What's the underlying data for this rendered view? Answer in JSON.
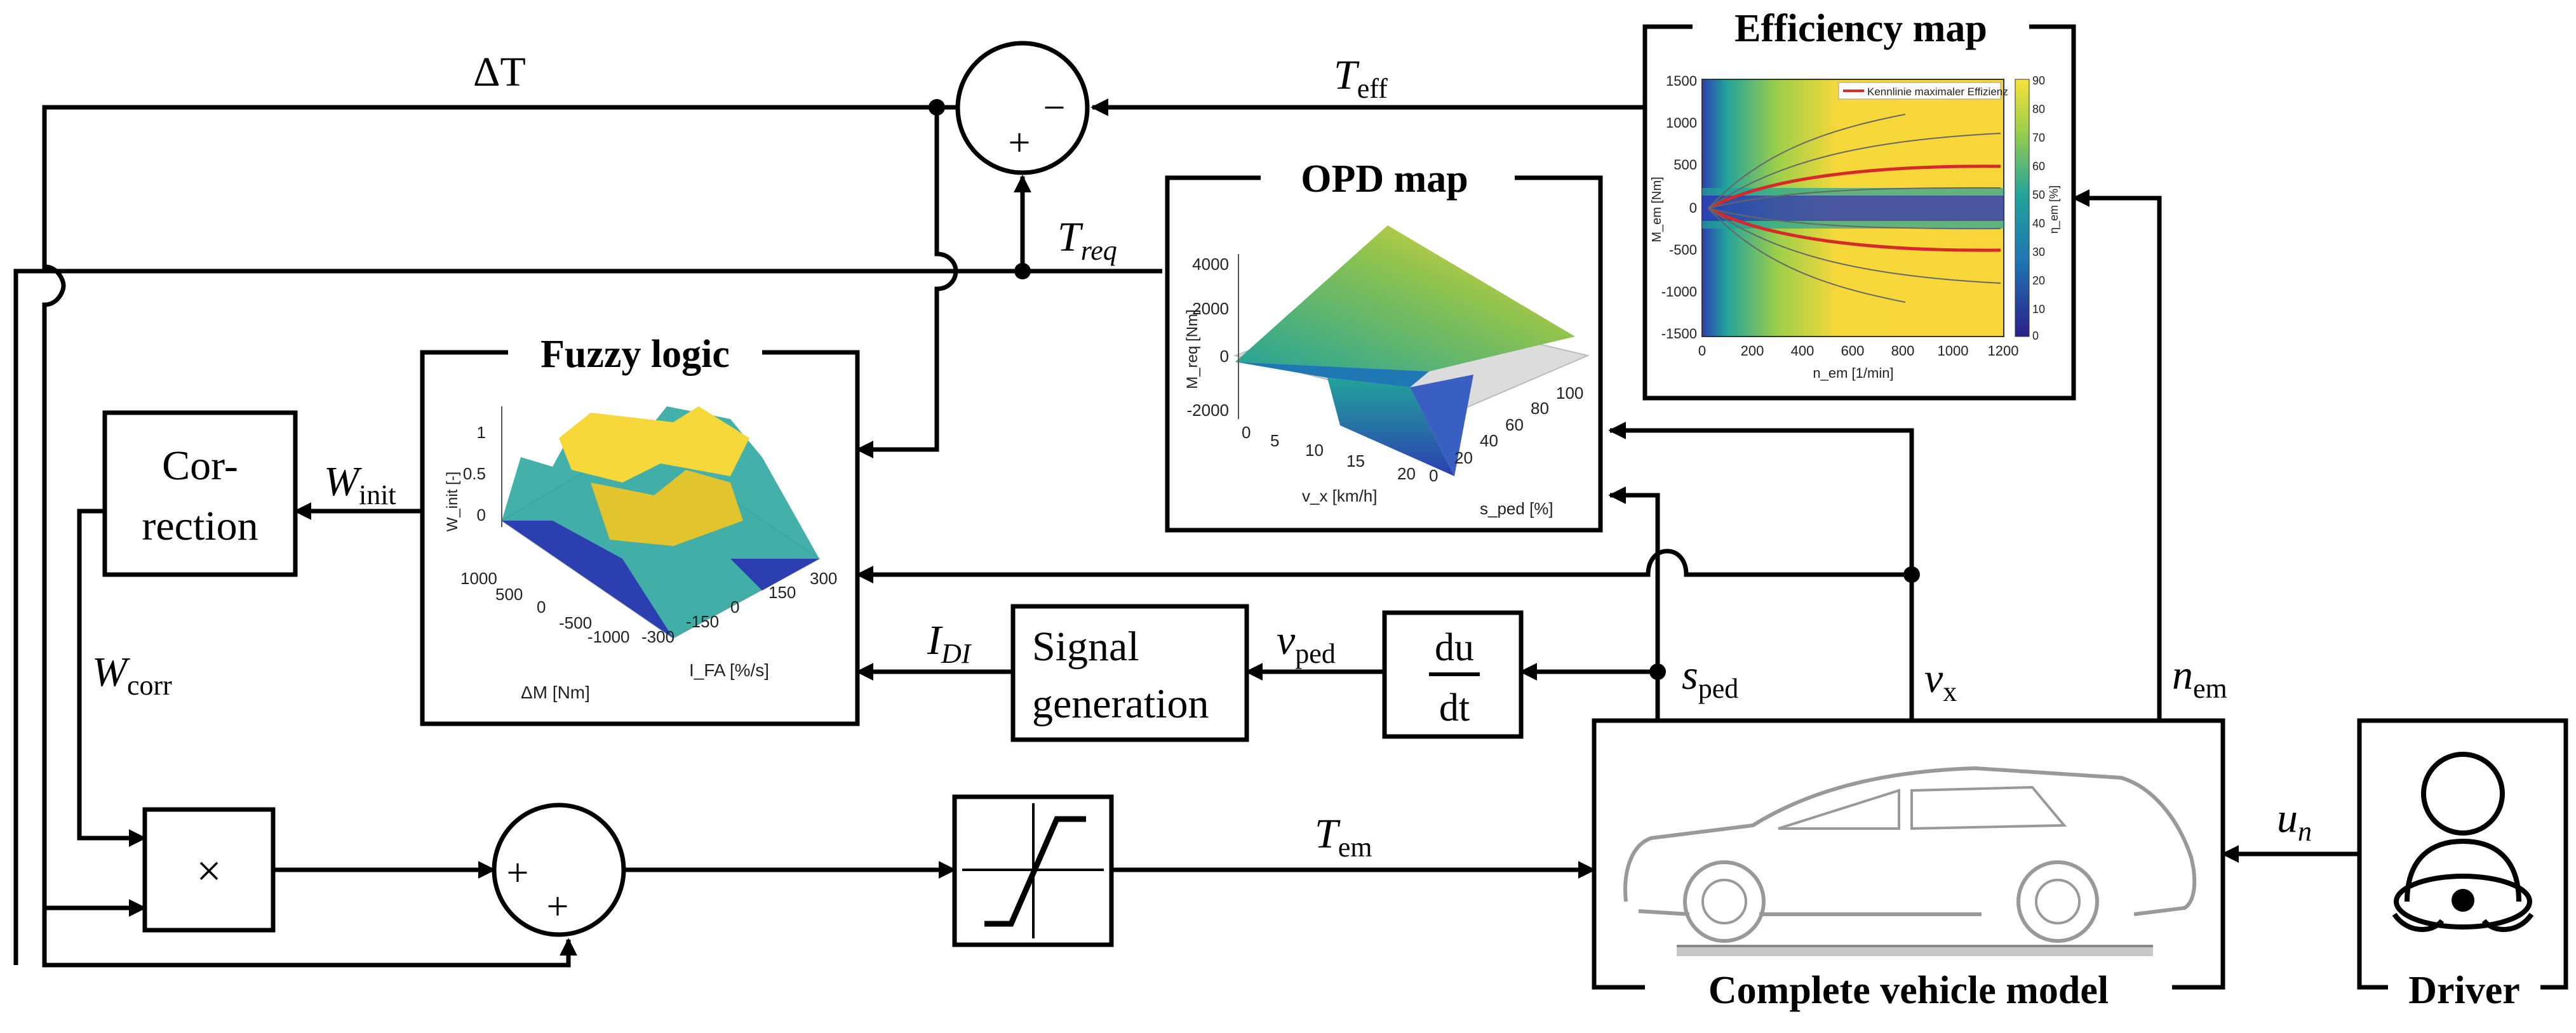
{
  "blocks": {
    "efficiency_map": {
      "title": "Efficiency map",
      "legend": "Kennlinie maximaler Effizienz",
      "y_ticks": [
        "1500",
        "1000",
        "500",
        "0",
        "-500",
        "-1000",
        "-1500"
      ],
      "x_ticks": [
        "0",
        "200",
        "400",
        "600",
        "800",
        "1000",
        "1200"
      ],
      "cb_ticks": [
        "90",
        "80",
        "70",
        "60",
        "50",
        "40",
        "30",
        "20",
        "10",
        "0"
      ],
      "xlabel": "n_em [1/min]",
      "ylabel": "M_em [Nm]",
      "cblabel": "η_em [%]"
    },
    "opd_map": {
      "title": "OPD map",
      "z_ticks": [
        "4000",
        "2000",
        "0",
        "-2000"
      ],
      "v_ticks": [
        "0",
        "5",
        "10",
        "15",
        "20"
      ],
      "s_ticks": [
        "0",
        "20",
        "40",
        "60",
        "80",
        "100"
      ],
      "xlabel": "v_x [km/h]",
      "ylabel": "s_ped [%]",
      "zlabel": "M_req [Nm]"
    },
    "fuzzy_logic": {
      "title": "Fuzzy logic",
      "z_ticks": [
        "1",
        "0.5",
        "0"
      ],
      "dm_ticks": [
        "1000",
        "500",
        "0",
        "-500",
        "-1000"
      ],
      "ifa_ticks": [
        "-300",
        "-150",
        "0",
        "150",
        "300"
      ],
      "xlabel": "ΔM [Nm]",
      "ylabel": "I_FA [%/s]",
      "zlabel": "W_init [-]"
    },
    "correction": {
      "line1": "Cor-",
      "line2": "rection"
    },
    "signal_generation": {
      "line1": "Signal",
      "line2": "generation"
    },
    "derivative": {
      "num": "du",
      "den": "dt"
    },
    "multiply": {
      "symbol": "×"
    },
    "sum_top": {
      "plus": "+",
      "minus": "−"
    },
    "sum_bottom": {
      "plus1": "+",
      "plus2": "+"
    },
    "vehicle": {
      "title": "Complete vehicle model"
    },
    "driver": {
      "title": "Driver"
    }
  },
  "signals": {
    "delta_t": {
      "main": "ΔT"
    },
    "t_eff": {
      "main": "T",
      "sub": "eff"
    },
    "t_req": {
      "main": "T",
      "sub": "req"
    },
    "w_init": {
      "main": "W",
      "sub": "init"
    },
    "w_corr": {
      "main": "W",
      "sub": "corr"
    },
    "i_di": {
      "main": "I",
      "sub": "DI"
    },
    "v_ped": {
      "main": "v",
      "sub": "ped"
    },
    "s_ped": {
      "main": "s",
      "sub": "ped"
    },
    "v_x": {
      "main": "v",
      "sub": "x"
    },
    "n_em": {
      "main": "n",
      "sub": "em"
    },
    "t_em": {
      "main": "T",
      "sub": "em"
    },
    "u_n": {
      "main": "u",
      "sub": "n"
    }
  },
  "colors": {
    "line": "#000000",
    "plot_yellow": "#f6d83a",
    "plot_blue": "#2b3fb0",
    "plot_teal": "#22a39a",
    "map_red": "#d62a2a"
  }
}
